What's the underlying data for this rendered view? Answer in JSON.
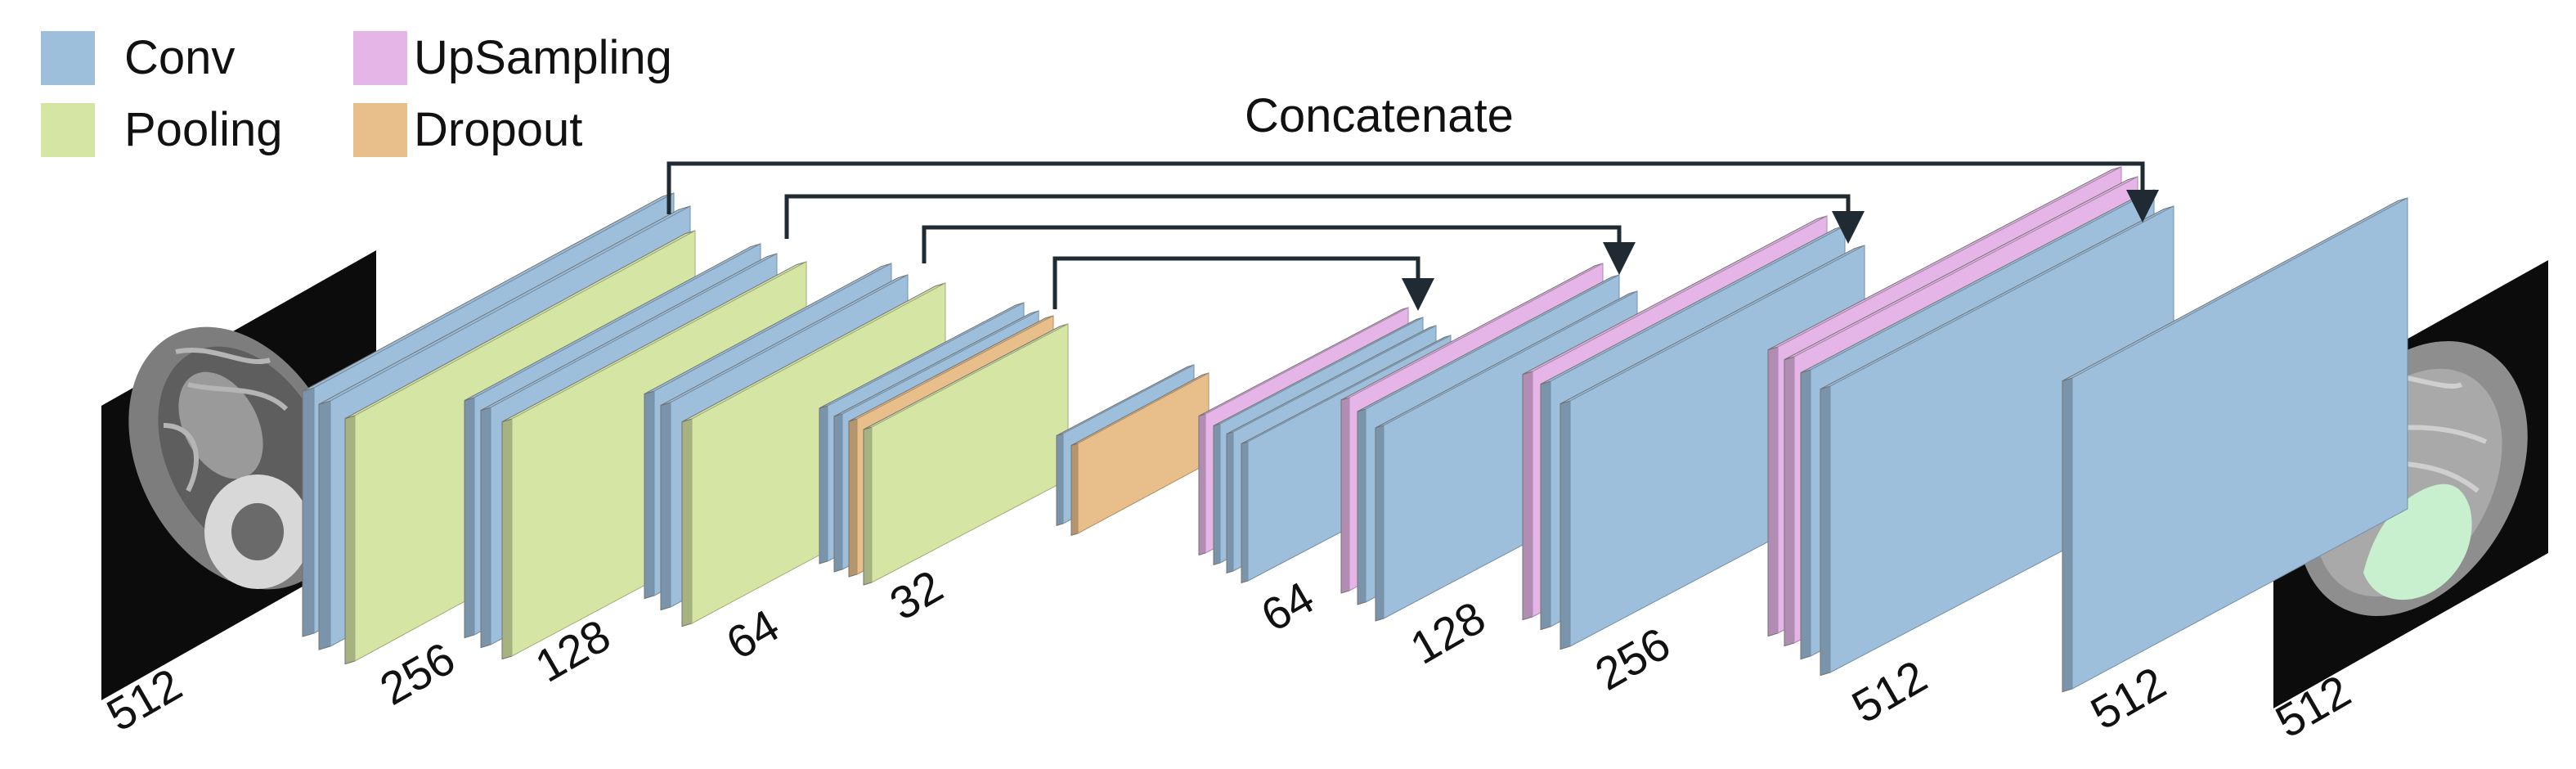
{
  "legend": {
    "items": [
      {
        "label": "Conv",
        "color": "#9dbfdb"
      },
      {
        "label": "Pooling",
        "color": "#d5e6a4"
      },
      {
        "label": "UpSampling",
        "color": "#e4b5e6"
      },
      {
        "label": "Dropout",
        "color": "#e8bf8b"
      }
    ]
  },
  "concat_label": "Concatenate",
  "images": {
    "input": "brain MRI slice input",
    "output": "brain MRI slice with green segmentation mask"
  },
  "size_labels": {
    "input": "512",
    "enc1": "256",
    "enc2": "128",
    "enc3": "64",
    "enc4": "32",
    "dec1": "64",
    "dec2": "128",
    "dec3": "256",
    "dec4": "512",
    "final": "512",
    "output": "512"
  },
  "colors": {
    "conv": "#9dbfdb",
    "pooling": "#d5e6a4",
    "upsampling": "#e4b5e6",
    "dropout": "#e8bf8b",
    "mask": "#c8f0cf",
    "arrow": "#1f2a33"
  }
}
